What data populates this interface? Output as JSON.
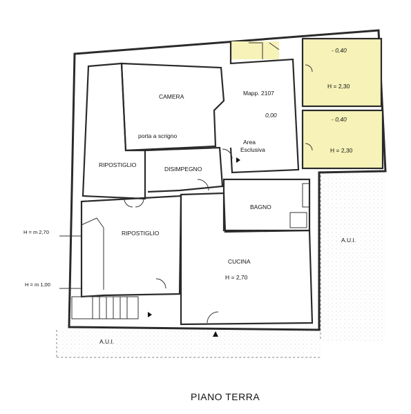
{
  "title": "PIANO TERRA",
  "rooms": {
    "camera": "CAMERA",
    "mapp": "Mapp. 2107",
    "mapp_value": "0,00",
    "room_a_level": "- 0,40",
    "room_a_height": "H = 2,30",
    "room_b_level": "- 0,40",
    "room_b_height": "H = 2,30",
    "porta": "porta a scrigno",
    "area_1": "Area",
    "area_2": "Esclusiva",
    "ripostiglio_top": "RIPOSTIGLIO",
    "disimpegno": "DISIMPEGNO",
    "bagno": "BAGNO",
    "ripostiglio_bottom": "RIPOSTIGLIO",
    "cucina": "CUCINA",
    "cucina_height": "H = 2,70",
    "aui_right": "A.U.I.",
    "aui_bottom": "A.U.I."
  },
  "heights": {
    "h_upper": "H = m 2,70",
    "h_lower": "H = m 1,00"
  },
  "colors": {
    "yellow_fill": "#f6f2b8",
    "wall": "#2a2a2a"
  }
}
